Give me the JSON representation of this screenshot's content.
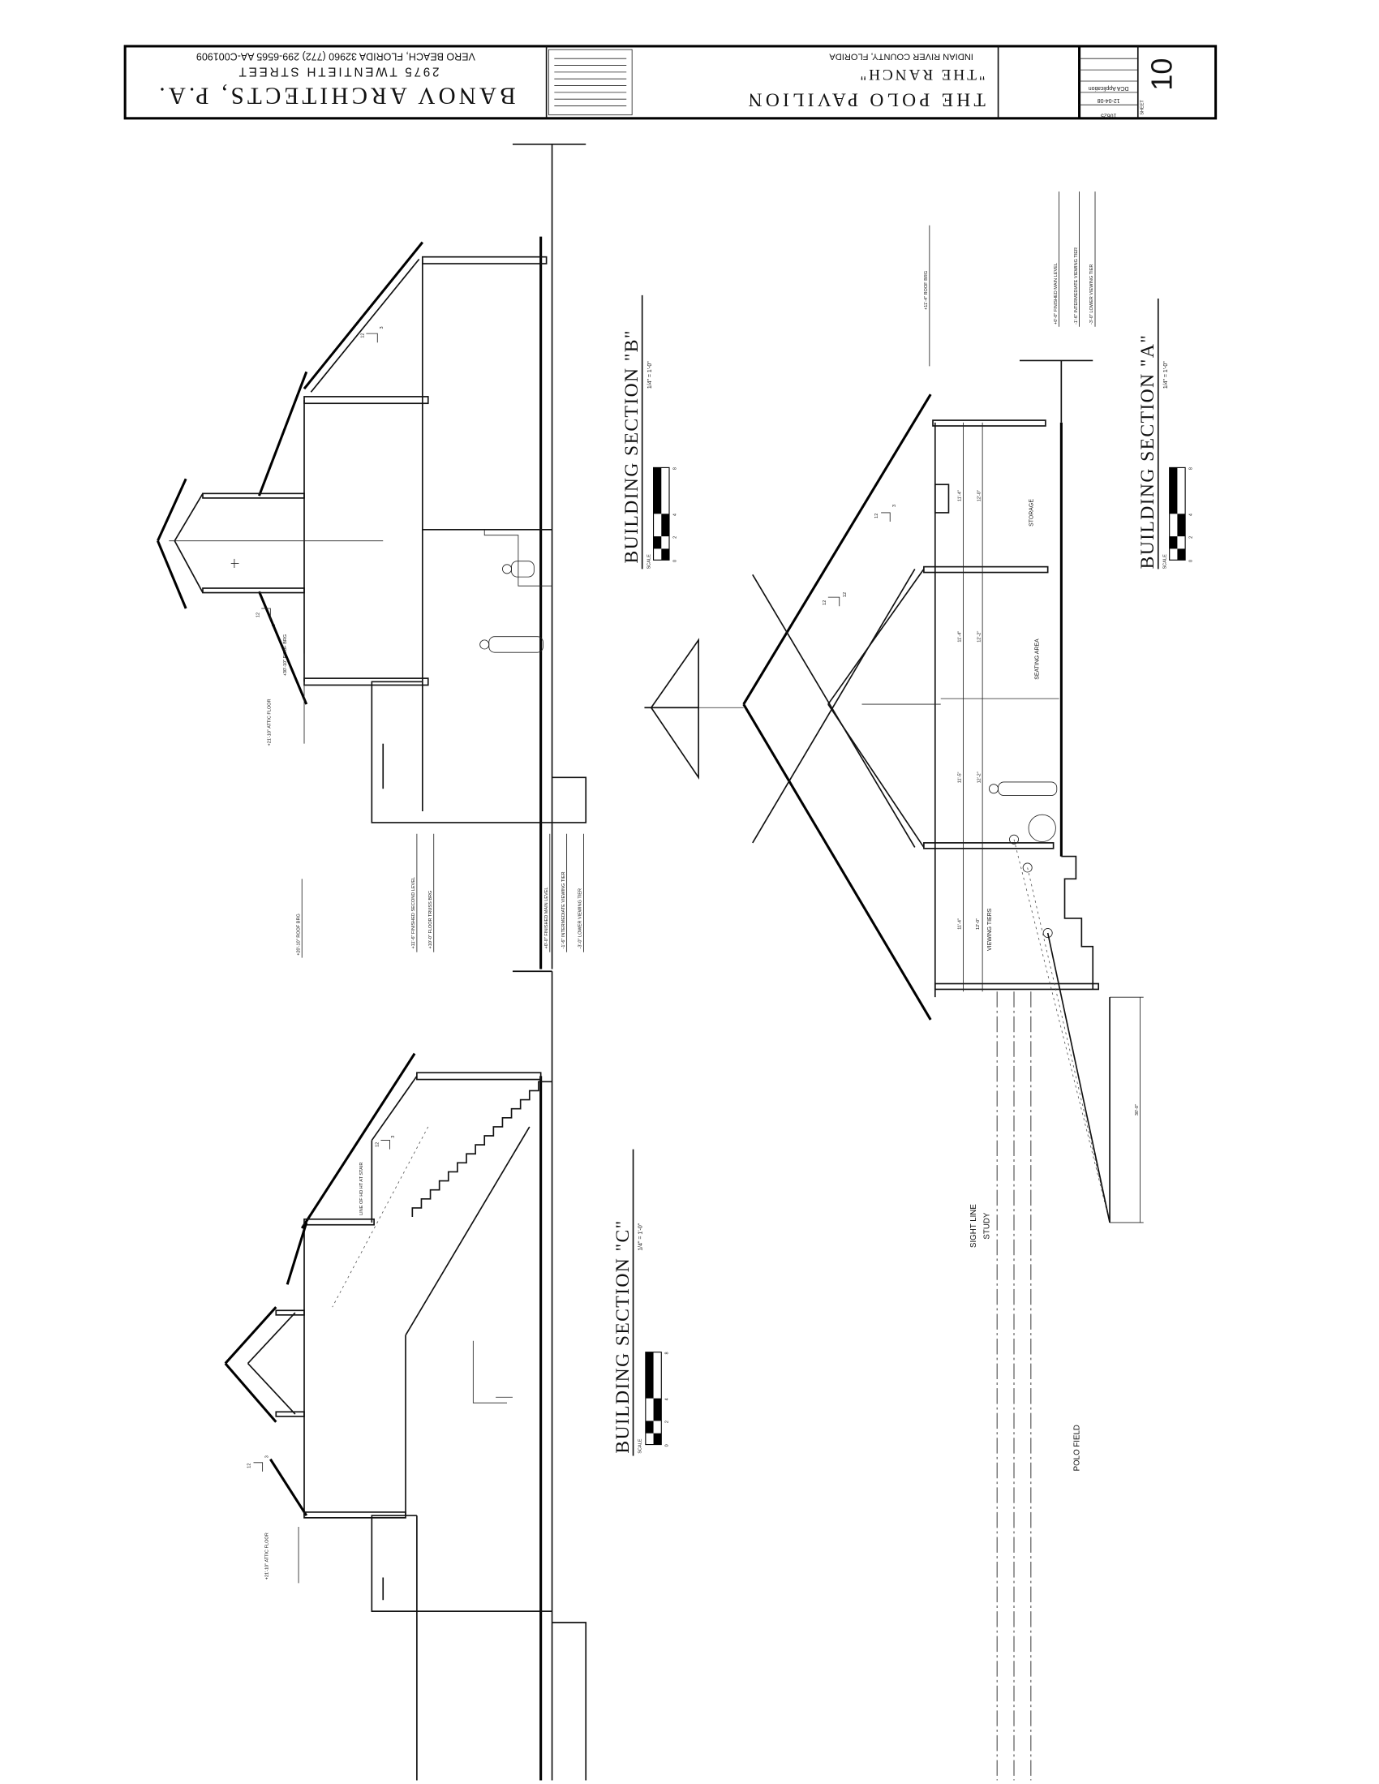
{
  "title_block": {
    "firm_name": "BANOV ARCHITECTS, P.A.",
    "firm_street": "2975 TWENTIETH STREET",
    "firm_city_phone": "VERO BEACH, FLORIDA 32960 (772) 299-6565  AA-C001909",
    "project_title": "THE POLO PAVILION",
    "project_subtitle": "\"THE RANCH\"",
    "project_location": "INDIAN RIVER COUNTY, FLORIDA",
    "job_number": "10625",
    "date": "12-04-08",
    "issue": "DCA Application",
    "sheet_label": "SHEET",
    "sheet_number": "10"
  },
  "sections": {
    "a": {
      "title": "BUILDING SECTION \"A\"",
      "scale_text": "1/4\" = 1'-0\"",
      "scale_label": "SCALE",
      "ticks": [
        "0",
        "2",
        "4",
        "8"
      ]
    },
    "b": {
      "title": "BUILDING SECTION \"B\"",
      "scale_text": "1/4\" = 1'-0\"",
      "scale_label": "SCALE",
      "ticks": [
        "0",
        "2",
        "4",
        "8"
      ]
    },
    "c": {
      "title": "BUILDING SECTION \"C\"",
      "scale_text": "1/4\" = 1'-0\"",
      "scale_label": "SCALE",
      "ticks": [
        "0",
        "2",
        "4",
        "8"
      ]
    }
  },
  "levels_b": [
    "+30'-10\" ROOF BRG",
    "+21'-10\" ATTIC FLOOR",
    "+20'-10\" ROOF BRG",
    "+11'-6\" FINISHED SECOND LEVEL",
    "+10'-0\" FLOOR TRUSS BRG",
    "+0'-0\" FINISHED MAIN LEVEL",
    "-1'-6\" INTERMEDIATE VIEWING TIER",
    "-3'-0\" LOWER VIEWING TIER"
  ],
  "levels_a": [
    "+11'-4\" ROOF BRG",
    "+0'-0\" FINISHED MAIN LEVEL",
    "-1'-6\" INTERMEDIATE VIEWING TIER",
    "-3'-0\" LOWER VIEWING TIER"
  ],
  "levels_c": [
    "+21'-10\" ATTIC FLOOR"
  ],
  "rooms_a": [
    "STORAGE",
    "SEATING AREA",
    "VIEWING TIERS"
  ],
  "dims_a": [
    "11'-4\"",
    "12'-0\"",
    "11'-4\"",
    "12'-2\"",
    "11'-5\"",
    "12'-2\"",
    "11'-4\"",
    "12'-0\""
  ],
  "pitch": {
    "rise": "3",
    "run": "12"
  },
  "notes": {
    "stair_line": "LINE OF HD HT AT STAIR",
    "sight_line": "SIGHT LINE",
    "sight_line2": "STUDY",
    "sight_dim": "30'-0\"",
    "polo_field": "POLO FIELD"
  }
}
